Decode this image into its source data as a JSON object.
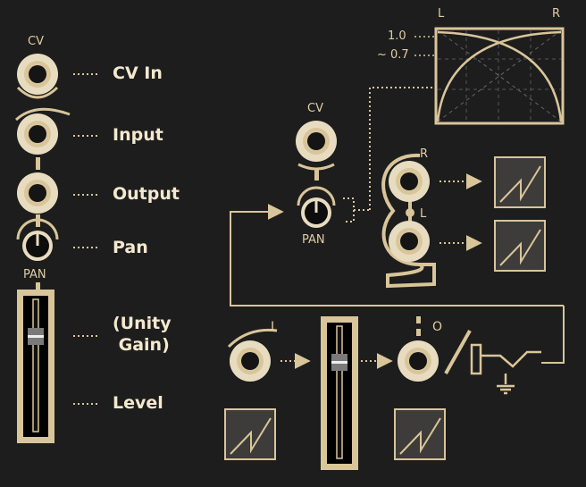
{
  "legend": {
    "cv_jack_label": "CV",
    "pan_knob_label": "PAN",
    "items": [
      "CV In",
      "Input",
      "Output",
      "Pan",
      "(Unity\n Gain)",
      "Level"
    ]
  },
  "diagram": {
    "cv_label": "CV",
    "pan_label": "PAN",
    "right_jack_label": "R",
    "left_jack_label": "L",
    "input_label": "I",
    "output_label": "O"
  },
  "pan_law": {
    "left_label": "L",
    "right_label": "R",
    "y_labels": [
      "1.0",
      "~ 0.7"
    ]
  },
  "colors": {
    "background": "#1d1d1d",
    "gold": "#d9c59a",
    "cream": "#f4e8cf",
    "scope_fill": "#3e3c3a"
  }
}
